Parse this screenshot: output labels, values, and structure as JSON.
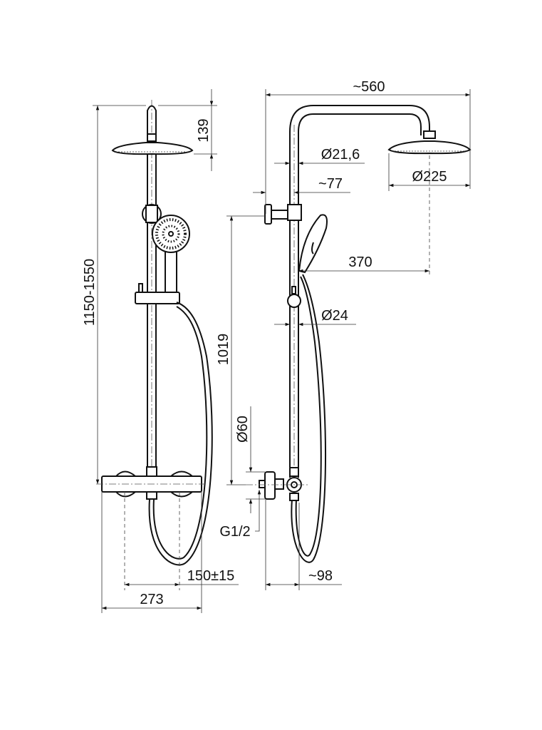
{
  "dimensions": {
    "head_height": "139",
    "total_height": "1150-1550",
    "outlet_height": "1019",
    "centres": "150±15",
    "mixer_width": "273",
    "projection": "~560",
    "rail_diameter": "Ø21,6",
    "wall_offset": "~77",
    "head_diameter": "Ø225",
    "head_offset": "370",
    "lower_rail_diameter": "Ø24",
    "escutcheon_diameter": "Ø60",
    "thread": "G1/2",
    "mixer_depth": "~98"
  }
}
